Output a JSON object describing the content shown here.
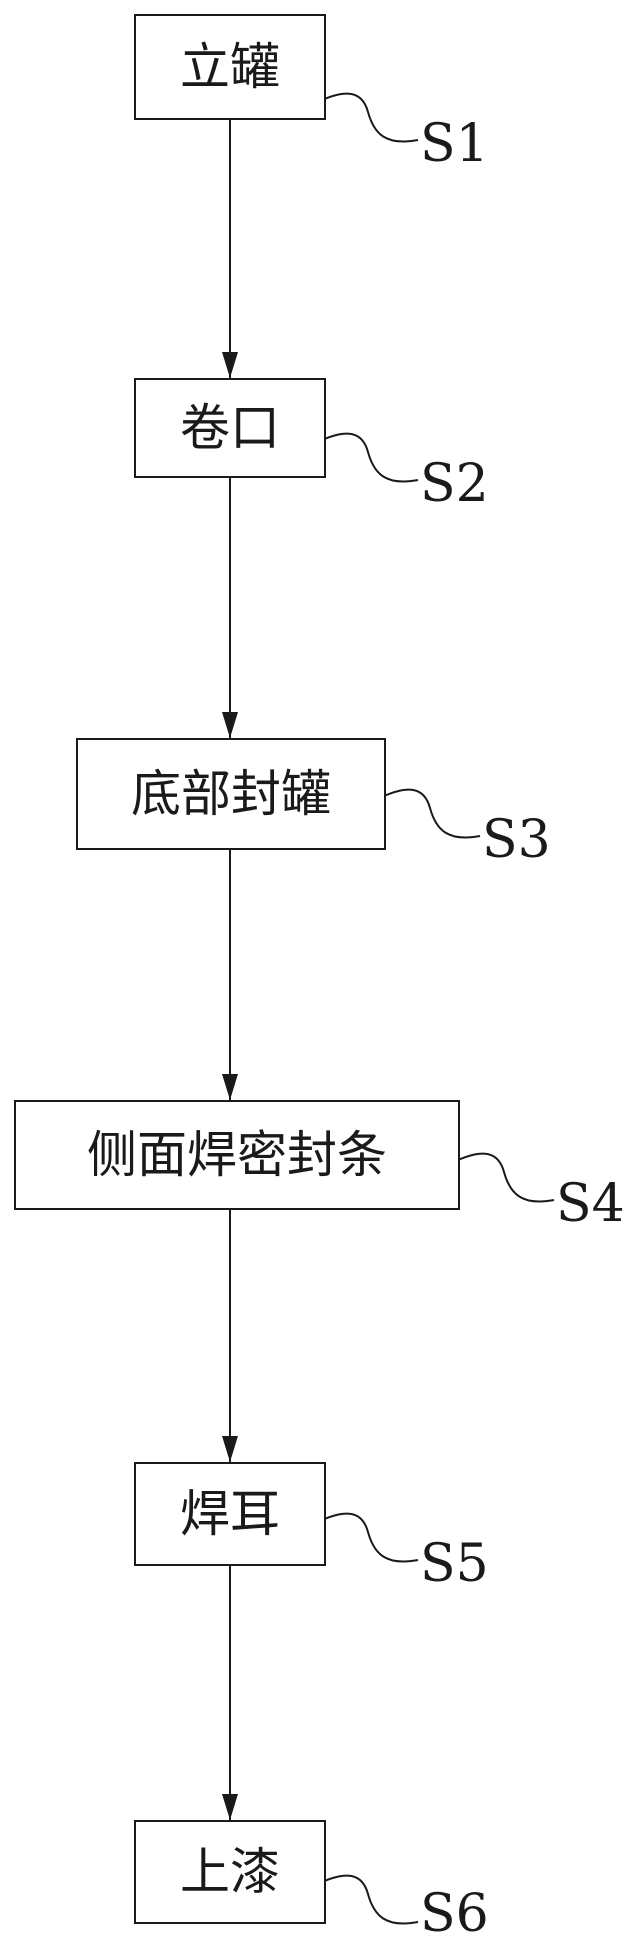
{
  "steps": [
    {
      "label": "立罐",
      "code": "S1"
    },
    {
      "label": "卷口",
      "code": "S2"
    },
    {
      "label": "底部封罐",
      "code": "S3"
    },
    {
      "label": "侧面焊密封条",
      "code": "S4"
    },
    {
      "label": "焊耳",
      "code": "S5"
    },
    {
      "label": "上漆",
      "code": "S6"
    }
  ],
  "colors": {
    "line": "#1a1a1a",
    "background": "#ffffff"
  }
}
